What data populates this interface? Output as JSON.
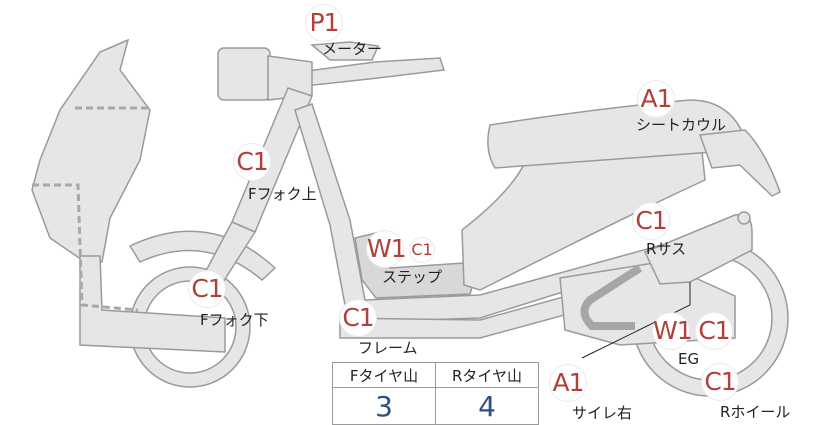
{
  "badges": {
    "meter": "P1",
    "seat_cowl": "A1",
    "f_fork_upper": "C1",
    "step_w": "W1",
    "step_c": "C1",
    "r_sus": "C1",
    "f_fork_lower": "C1",
    "frame": "C1",
    "eg_w": "W1",
    "eg_c": "C1",
    "muffler": "A1",
    "r_wheel": "C1"
  },
  "labels": {
    "meter": "メーター",
    "seat_cowl": "シートカウル",
    "f_fork_upper": "Fフォク上",
    "step": "ステップ",
    "r_sus": "Rサス",
    "f_fork_lower": "Fフォク下",
    "frame": "フレーム",
    "eg": "EG",
    "muffler": "サイレ右",
    "r_wheel": "Rホイール"
  },
  "tread_table": {
    "headers": [
      "Fタイヤ山",
      "Rタイヤ山"
    ],
    "values": [
      "3",
      "4"
    ]
  }
}
